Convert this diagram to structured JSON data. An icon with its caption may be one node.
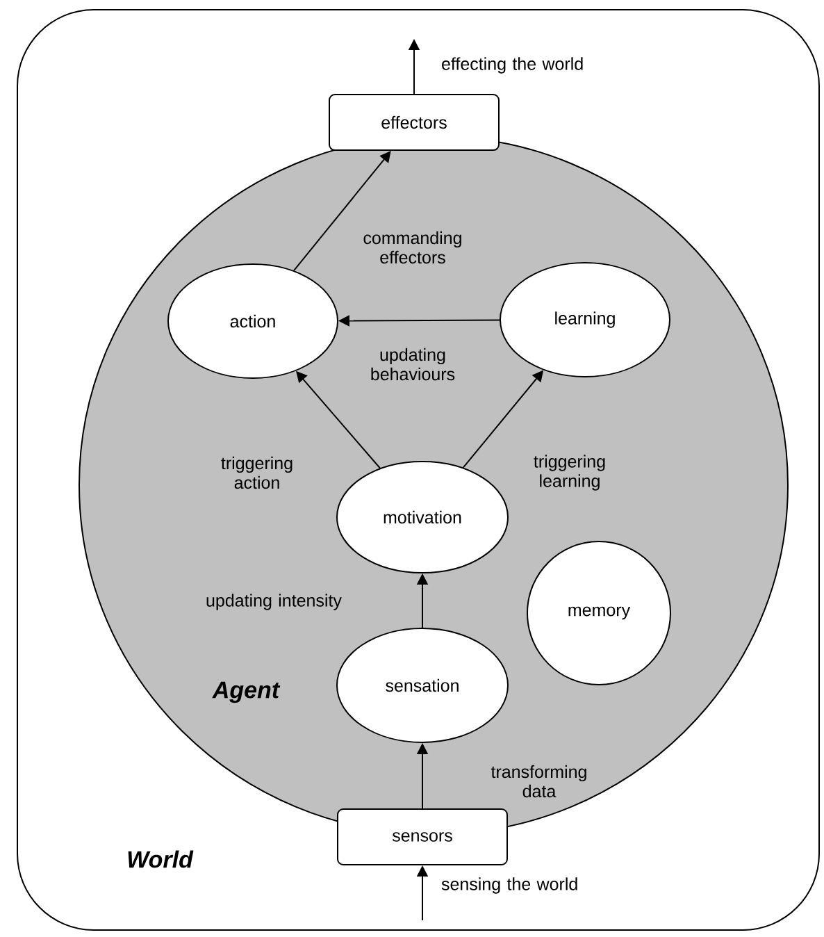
{
  "diagram": {
    "nodes": [
      {
        "text": [
          "World"
        ]
      },
      {
        "text": [
          "Agent"
        ],
        "in": 0
      },
      {
        "text": [
          "effectors"
        ],
        "in": 0
      },
      {
        "text": [
          "action"
        ],
        "in": 1
      },
      {
        "text": [
          "learning"
        ],
        "in": 1
      },
      {
        "text": [
          "motivation"
        ],
        "in": 1
      },
      {
        "text": [
          "memory"
        ],
        "in": 1
      },
      {
        "text": [
          "sensation"
        ],
        "in": 1
      },
      {
        "text": [
          "sensors"
        ],
        "in": 0
      }
    ],
    "edges": [
      {
        "from": 2,
        "to": null,
        "arrow": "to",
        "label": "effecting the world"
      },
      {
        "from": 3,
        "to": 2,
        "arrow": "to",
        "label": "commanding effectors"
      },
      {
        "from": 4,
        "to": 3,
        "arrow": "to",
        "label": "updating behaviours"
      },
      {
        "from": 5,
        "to": 3,
        "arrow": "to",
        "label": "triggering action"
      },
      {
        "from": 5,
        "to": 4,
        "arrow": "to",
        "label": "triggering learning"
      },
      {
        "from": 7,
        "to": 5,
        "arrow": "to",
        "label": "updating intensity"
      },
      {
        "from": 8,
        "to": 7,
        "arrow": "to",
        "label": "transforming data"
      },
      {
        "from": null,
        "to": 8,
        "arrow": "to",
        "label": "sensing the world"
      }
    ]
  }
}
